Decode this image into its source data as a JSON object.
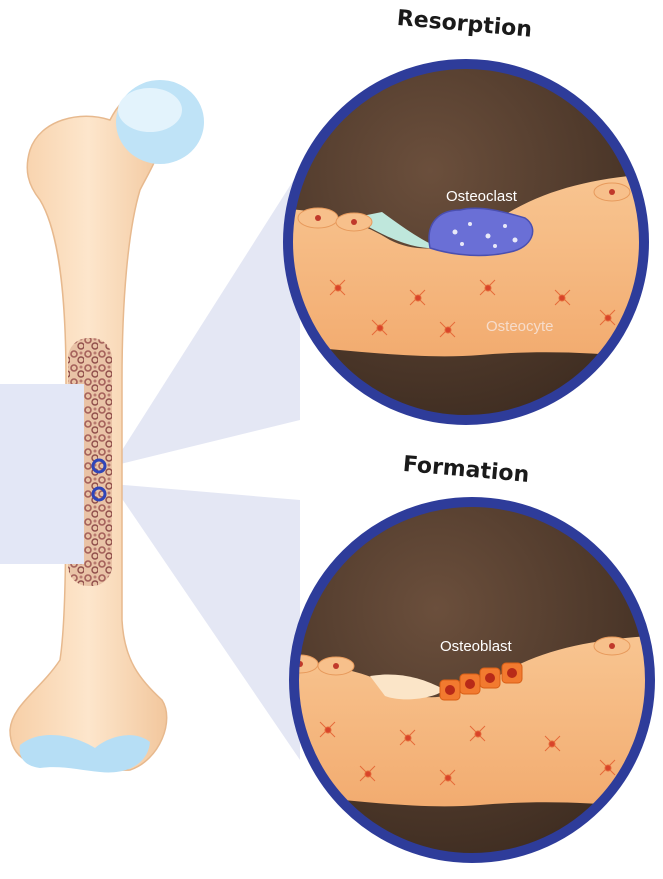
{
  "labels": {
    "resorption": "Resorption",
    "formation": "Formation",
    "osteoclast": "Osteoclast",
    "osteocyte": "Osteocyte",
    "osteoblast": "Osteoblast"
  },
  "colors": {
    "bone": "#fbd9b7",
    "bone_shadow": "#efc59c",
    "cartilage": "#a9d6f1",
    "circle_border": "#2e3c9a",
    "background_dark": "#4a3528",
    "tissue": "#f6ba85",
    "osteoclast": "#6a6fd6",
    "osteoblast_cell": "#f27a2f",
    "beam": "#dfe3f3"
  }
}
